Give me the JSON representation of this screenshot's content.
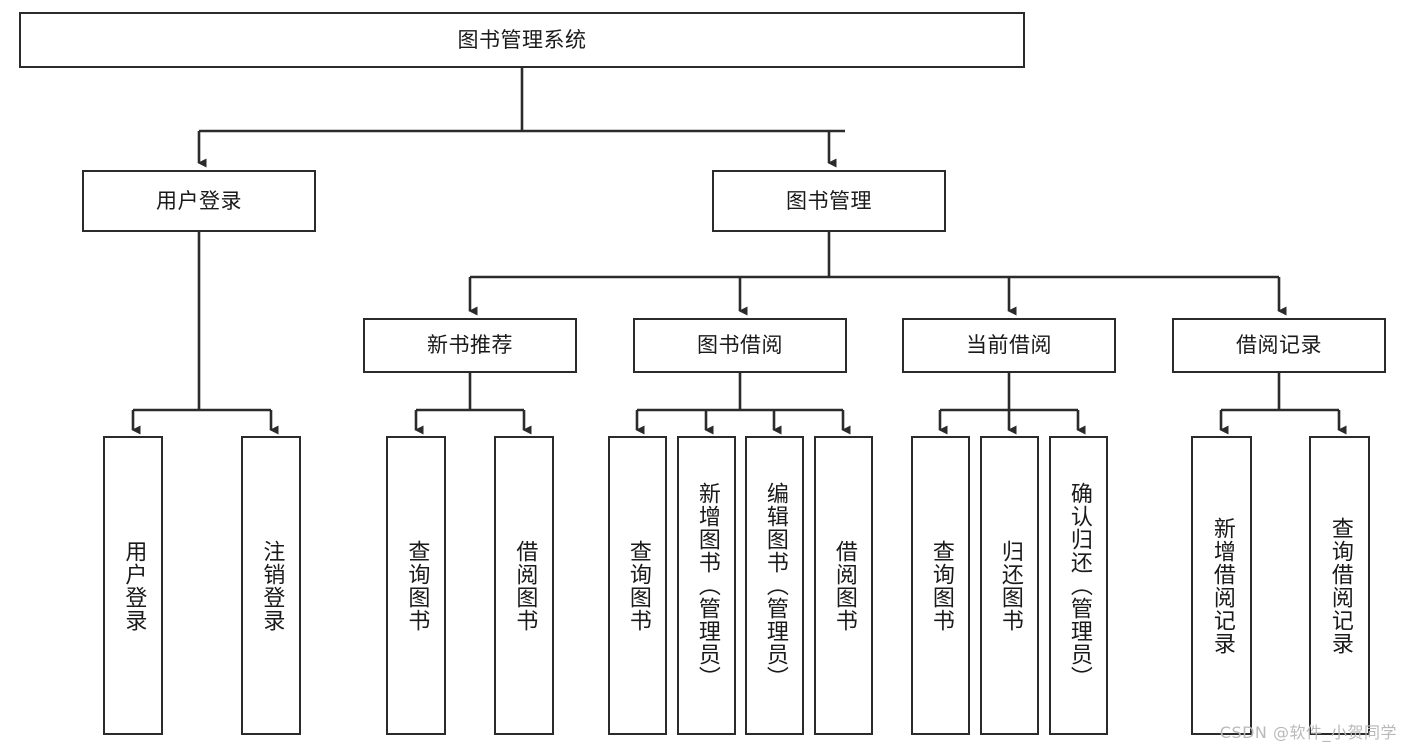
{
  "diagram": {
    "title": "图书管理系统",
    "watermark": "CSDN @软件_小贺同学",
    "colors": {
      "background": "#ffffff",
      "border": "#2b2b2b",
      "text": "#1a1a1a",
      "edge": "#2b2b2b",
      "watermark": "#b9b9b9"
    },
    "nodes": {
      "root": {
        "label": "图书管理系统"
      },
      "level2": [
        {
          "label": "用户登录"
        },
        {
          "label": "图书管理"
        }
      ],
      "level3": [
        {
          "label": "新书推荐"
        },
        {
          "label": "图书借阅"
        },
        {
          "label": "当前借阅"
        },
        {
          "label": "借阅记录"
        }
      ],
      "leaves": {
        "user_login": [
          {
            "label": "用户登录"
          },
          {
            "label": "注销登录"
          }
        ],
        "new_book": [
          {
            "label": "查询图书"
          },
          {
            "label": "借阅图书"
          }
        ],
        "borrow_book": [
          {
            "label": "查询图书"
          },
          {
            "label": "新增图书（管理员）"
          },
          {
            "label": "编辑图书（管理员）"
          },
          {
            "label": "借阅图书"
          }
        ],
        "current_borrow": [
          {
            "label": "查询图书"
          },
          {
            "label": "归还图书"
          },
          {
            "label": "确认归还（管理员）"
          }
        ],
        "borrow_record": [
          {
            "label": "新增借阅记录"
          },
          {
            "label": "查询借阅记录"
          }
        ]
      }
    }
  }
}
